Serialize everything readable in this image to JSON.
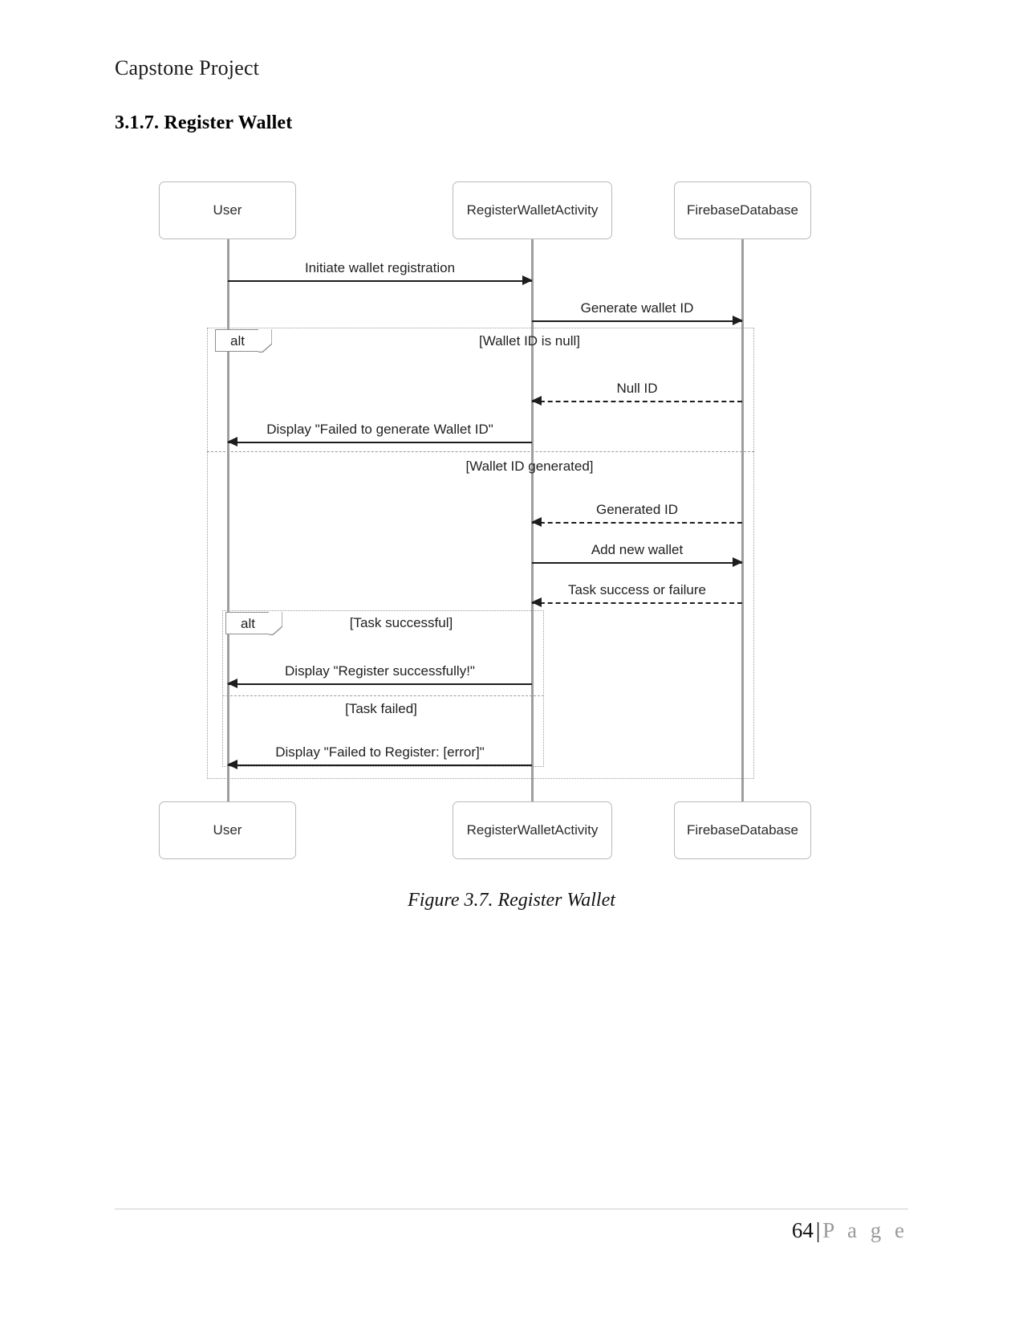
{
  "document": {
    "header": "Capstone Project",
    "heading": "3.1.7. Register Wallet",
    "caption": "Figure 3.7. Register Wallet",
    "footer": {
      "page_number": "64",
      "separator": "|",
      "page_word": "P a g e"
    }
  },
  "diagram": {
    "type": "uml-sequence-diagram",
    "participants": [
      {
        "name": "User"
      },
      {
        "name": "RegisterWalletActivity"
      },
      {
        "name": "FirebaseDatabase"
      }
    ],
    "messages": [
      {
        "label": "Initiate wallet registration",
        "from": "User",
        "to": "RegisterWalletActivity",
        "style": "solid",
        "direction": "right"
      },
      {
        "label": "Generate wallet ID",
        "from": "RegisterWalletActivity",
        "to": "FirebaseDatabase",
        "style": "solid",
        "direction": "right"
      },
      {
        "label": "Null ID",
        "from": "FirebaseDatabase",
        "to": "RegisterWalletActivity",
        "style": "dashed",
        "direction": "left"
      },
      {
        "label": "Display \"Failed to generate Wallet ID\"",
        "from": "RegisterWalletActivity",
        "to": "User",
        "style": "solid",
        "direction": "left"
      },
      {
        "label": "Generated ID",
        "from": "FirebaseDatabase",
        "to": "RegisterWalletActivity",
        "style": "dashed",
        "direction": "left"
      },
      {
        "label": "Add new wallet",
        "from": "RegisterWalletActivity",
        "to": "FirebaseDatabase",
        "style": "solid",
        "direction": "right"
      },
      {
        "label": "Task success or failure",
        "from": "FirebaseDatabase",
        "to": "RegisterWalletActivity",
        "style": "dashed",
        "direction": "left"
      },
      {
        "label": "Display \"Register successfully!\"",
        "from": "RegisterWalletActivity",
        "to": "User",
        "style": "solid",
        "direction": "left"
      },
      {
        "label": "Display \"Failed to Register: [error]\"",
        "from": "RegisterWalletActivity",
        "to": "User",
        "style": "solid",
        "direction": "left"
      }
    ],
    "fragments": [
      {
        "operator": "alt",
        "guards": [
          "[Wallet ID is null]",
          "[Wallet ID generated]"
        ]
      },
      {
        "operator": "alt",
        "guards": [
          "[Task successful]",
          "[Task failed]"
        ]
      }
    ]
  },
  "colors": {
    "box_border": "#b9b9b9",
    "lifeline": "#9e9e9e",
    "arrow": "#1d1d1d",
    "fragment_border": "#9c9c9c",
    "text": "#1f1f1f",
    "footer_gray": "#9a9a9a"
  }
}
